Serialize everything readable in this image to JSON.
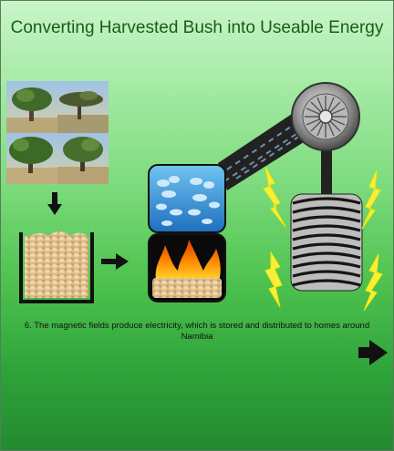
{
  "slide": {
    "title": "Converting Harvested Bush into Useable Energy",
    "caption": "6. The magnetic fields produce electricity, which is stored and distributed to homes around Namibia"
  },
  "colors": {
    "title_text": "#1a5c1a",
    "background_top": "#c9f5c9",
    "background_bottom": "#238a30",
    "steam_tile": "#2e8fd6",
    "fire": "#ff8a00",
    "lightning": "#f7ef3a"
  },
  "icons": [
    "tree-photos",
    "down-arrow-icon",
    "wood-chips-container",
    "right-arrow-icon",
    "steam-water-tile",
    "fire-wood-tile",
    "steam-pipe",
    "turbine-icon",
    "generator-coil",
    "lightning-bolt-icon",
    "next-arrow-icon"
  ]
}
